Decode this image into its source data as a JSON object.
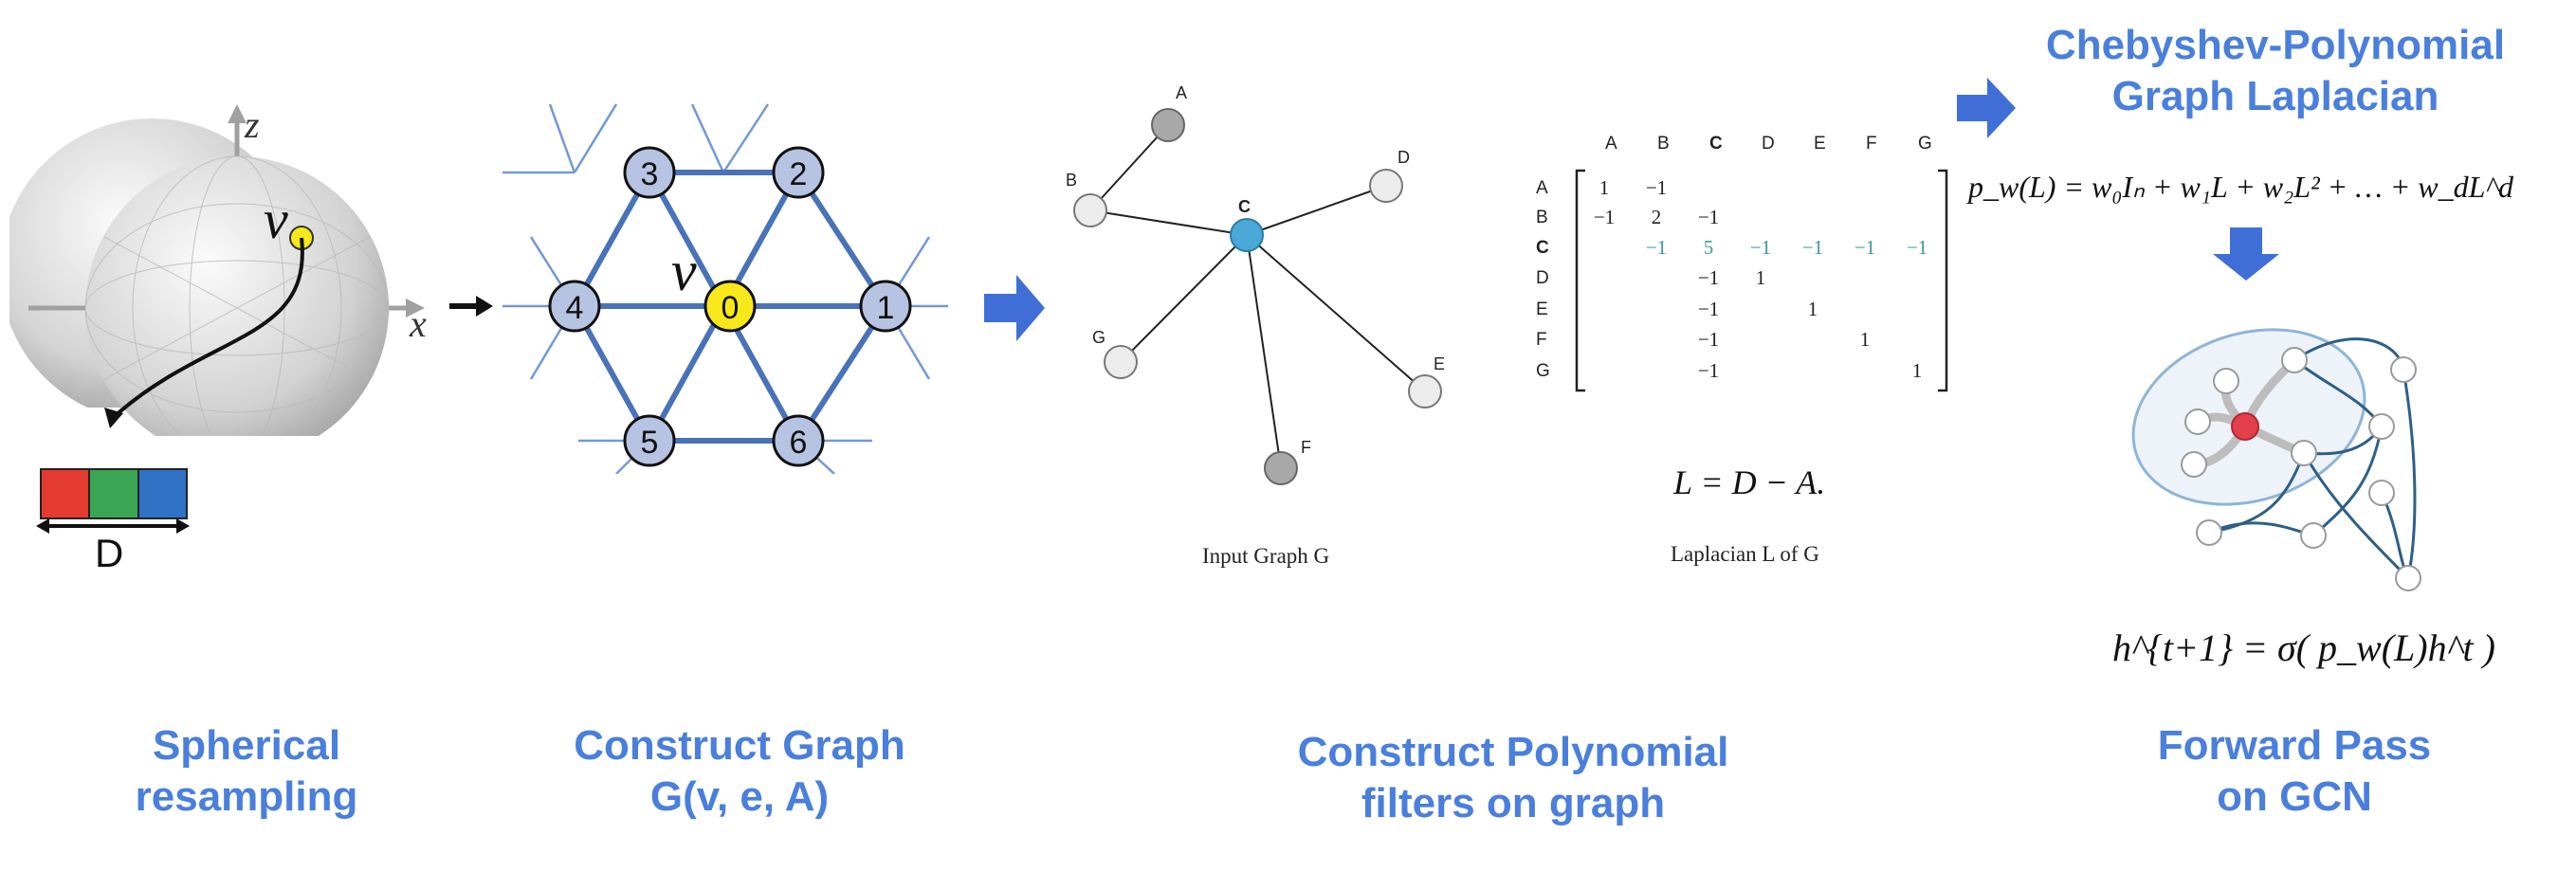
{
  "captions": {
    "step1": [
      "Spherical",
      "resampling"
    ],
    "step2": [
      "Construct Graph",
      "G(v, e, A)"
    ],
    "step3": [
      "Construct Polynomial",
      "filters on graph"
    ],
    "step4": [
      "Forward Pass",
      "on GCN"
    ]
  },
  "top_title": [
    "Chebyshev-Polynomial",
    "Graph Laplacian"
  ],
  "sphere": {
    "axis_z": "z",
    "axis_x": "x",
    "vertex": "v",
    "dim_label": "D",
    "bin_colors": [
      "#e43a2f",
      "#3aa655",
      "#2f72c4"
    ]
  },
  "hex_graph": {
    "center_label": "v",
    "nodes": [
      "0",
      "1",
      "2",
      "3",
      "4",
      "5",
      "6"
    ]
  },
  "input_graph": {
    "nodes": [
      "A",
      "B",
      "C",
      "D",
      "E",
      "F",
      "G"
    ],
    "caption": "Input Graph G"
  },
  "laplacian": {
    "col_headers": [
      "A",
      "B",
      "C",
      "D",
      "E",
      "F",
      "G"
    ],
    "row_headers": [
      "A",
      "B",
      "C",
      "D",
      "E",
      "F",
      "G"
    ],
    "rows": [
      [
        "1",
        "−1",
        "",
        "",
        "",
        "",
        ""
      ],
      [
        "−1",
        "2",
        "−1",
        "",
        "",
        "",
        ""
      ],
      [
        "",
        "−1",
        "5",
        "−1",
        "−1",
        "−1",
        "−1"
      ],
      [
        "",
        "",
        "−1",
        "1",
        "",
        "",
        ""
      ],
      [
        "",
        "",
        "−1",
        "",
        "1",
        "",
        ""
      ],
      [
        "",
        "",
        "−1",
        "",
        "",
        "1",
        ""
      ],
      [
        "",
        "",
        "−1",
        "",
        "",
        "",
        "1"
      ]
    ],
    "equation": "L = D − A.",
    "caption": "Laplacian L of G"
  },
  "poly_formula": "p_w(L) = w₀Iₙ + w₁L + w₂L² + … + w_dL^d",
  "forward_formula": "h^{t+1} = σ( p_w(L)h^t )",
  "colors": {
    "caption_blue": "#4a7fdc",
    "arrow_blue": "#3f6fd6",
    "hex_edge": "#4a72b8",
    "hex_node": "#b6c3e2",
    "center_node": "#f6e81b",
    "graph_c": "#4aa9d6"
  }
}
